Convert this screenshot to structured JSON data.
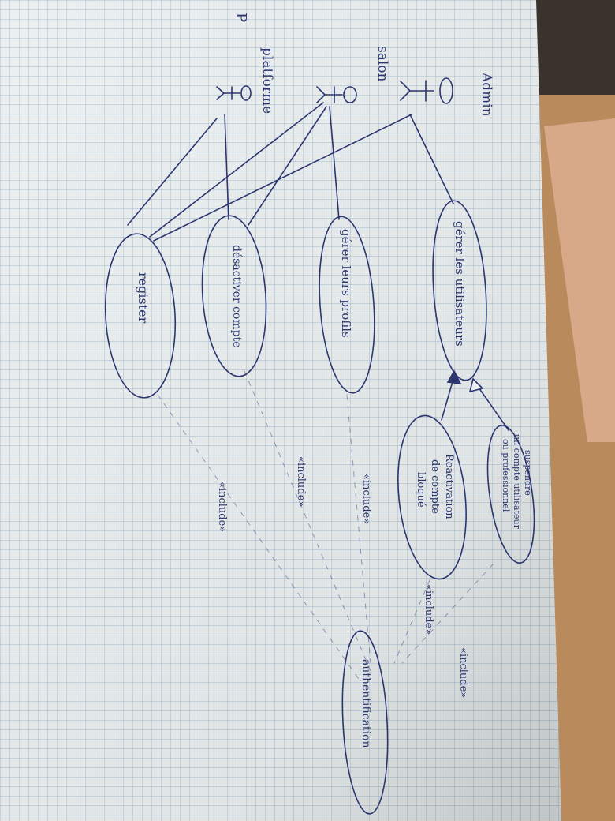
{
  "actors": {
    "admin": "Admin",
    "salon": "salon",
    "platform": "platforme",
    "p_mark": "P"
  },
  "use_cases": {
    "gerer_utilisateurs": "gérer les utilisateurs",
    "gerer_profils": "gérer leurs profils",
    "desactiver_compte": "désactiver compte",
    "register": "register",
    "suspendre": [
      "suspendre",
      "un compte utilisateur",
      "ou professionnel"
    ],
    "reactivation": [
      "Reactivation",
      "de compte",
      "bloqué"
    ],
    "authentification": "authentification"
  },
  "relations": {
    "include_1": "«include»",
    "include_2": "«include»",
    "include_3": "«include»",
    "include_4": "«include»",
    "include_5": "«include»"
  }
}
